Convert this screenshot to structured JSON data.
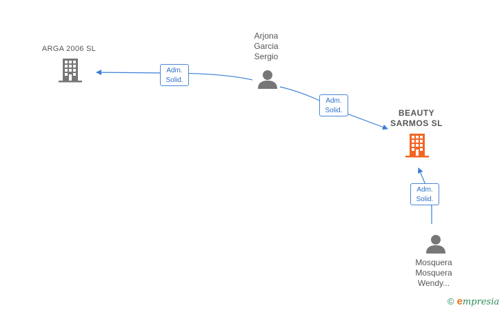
{
  "nodes": {
    "arga": {
      "label": "ARGA 2006 SL",
      "icon": "building-icon",
      "color": "#777777"
    },
    "arjona": {
      "label": "Arjona\nGarcia\nSergio",
      "icon": "person-icon",
      "color": "#777777"
    },
    "beauty": {
      "label": "BEAUTY\nSARMOS  SL",
      "icon": "building-icon",
      "color": "#f26522"
    },
    "mosquera": {
      "label": "Mosquera\nMosquera\nWendy...",
      "icon": "person-icon",
      "color": "#777777"
    }
  },
  "edges": [
    {
      "from": "arjona",
      "to": "arga",
      "label": "Adm.\nSolid."
    },
    {
      "from": "arjona",
      "to": "beauty",
      "label": "Adm.\nSolid."
    },
    {
      "from": "mosquera",
      "to": "beauty",
      "label": "Adm.\nSolid."
    }
  ],
  "colors": {
    "edge": "#3a7ed6",
    "badge_text": "#2d6fc7",
    "focus_company": "#f26522",
    "company": "#777777",
    "person": "#777777"
  },
  "footer": {
    "copyright": "©",
    "brand_initial": "e",
    "brand_rest": "mpresia"
  }
}
